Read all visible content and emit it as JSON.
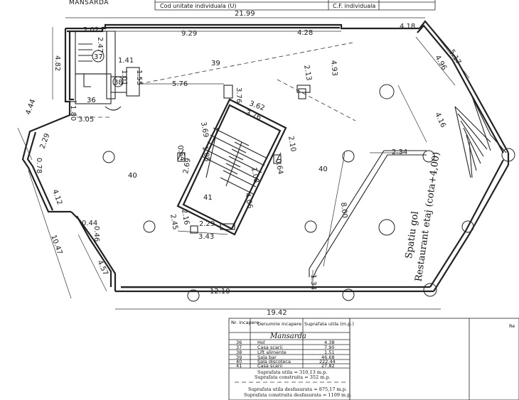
{
  "sheet": {
    "title": "MANSARDA",
    "header_rows": [
      {
        "label": "Cod unitate individuala (U)",
        "right_label": "C.F. individuala"
      }
    ]
  },
  "rooms": [
    {
      "num": "36"
    },
    {
      "num": "37"
    },
    {
      "num": "38"
    },
    {
      "num": "39"
    },
    {
      "num": "40"
    },
    {
      "num": "40"
    },
    {
      "num": "41"
    }
  ],
  "void": {
    "line1": "Spatiu gol",
    "line2": "Restaurant etaj (cota+4,00)"
  },
  "dims": {
    "top_total": "21.99",
    "d_202": "2.02",
    "d_929": "9.29",
    "d_428": "4.28",
    "d_418": "4.18",
    "d_517": "5.17",
    "d_496": "4.96",
    "d_482": "4.82",
    "d_247": "2.47",
    "d_141": "1.41",
    "d_155": "1.55",
    "d_101": "1.01",
    "d_576": "5.76",
    "d_213": "2.13",
    "d_493": "4.93",
    "d_376": "3.76",
    "d_362": "3.62",
    "d_180": "1.80",
    "d_305": "3.05",
    "d_444": "4.44",
    "d_229a": "2.29",
    "d_078": "0.78",
    "d_369": "3.69",
    "d_108": "1.08",
    "d_210": "2.10",
    "d_269": "2.69",
    "d_064": "0.64",
    "d_406": "4.06",
    "d_234": "2.34",
    "d_416": "4.16",
    "d_412": "4.12",
    "d_216": "2.16",
    "d_245": "2.45",
    "d_229b": "2.29",
    "d_343": "3.43",
    "d_800": "8.00",
    "d_044": "0.44",
    "d_046": "0.46",
    "d_1047": "10.47",
    "d_457": "4.57",
    "d_1210": "12.10",
    "d_134": "1.34",
    "bottom_total": "19.42"
  },
  "legend": {
    "col_nr": "Nr. incapere",
    "col_name": "Denumire incapere",
    "col_area": "Suprafata utila (m.p.)",
    "section": "Mansarda",
    "rows": [
      {
        "nr": "36",
        "name": "Hol",
        "area": "4.38"
      },
      {
        "nr": "37",
        "name": "Casa scarii",
        "area": "7.90"
      },
      {
        "nr": "38",
        "name": "Lift alimente",
        "area": "1.51"
      },
      {
        "nr": "39",
        "name": "Sala bar",
        "area": "46.68"
      },
      {
        "nr": "40",
        "name": "Sala discoteca",
        "area": "222.44"
      },
      {
        "nr": "41",
        "name": "Casa scarii",
        "area": "27.82"
      }
    ],
    "sum_util": "Suprafata utila = 310,13 m.p.",
    "sum_constr": "Suprafata construita = 352 m.p.",
    "sum_util_total": "Suprafata utila desfasurata = 875,17 m.p.",
    "sum_constr_total": "Suprafata construita desfasurata = 1109 m.p."
  },
  "right_label": "Re"
}
